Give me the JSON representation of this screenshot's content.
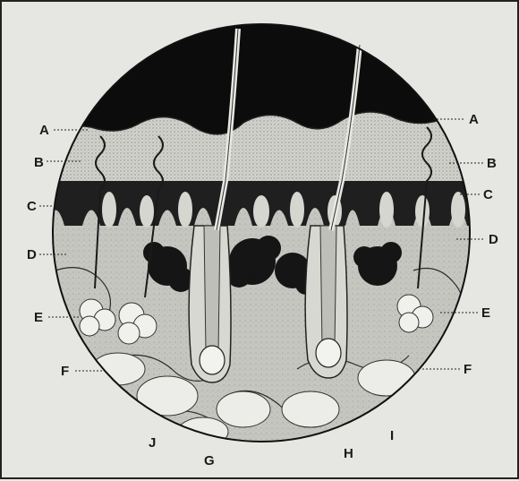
{
  "figure": {
    "labels": {
      "left": [
        "A",
        "B",
        "C",
        "D",
        "E",
        "F"
      ],
      "right": [
        "A",
        "B",
        "C",
        "D",
        "E",
        "F"
      ],
      "bottom": [
        "J",
        "G",
        "H",
        "I"
      ]
    }
  },
  "colors": {
    "ink": "#1a1a1a",
    "background": "#e6e6e2",
    "epidermis": "#d4d4cf",
    "dermis": "#c9c9c4",
    "gland": "#f0f0ec"
  }
}
